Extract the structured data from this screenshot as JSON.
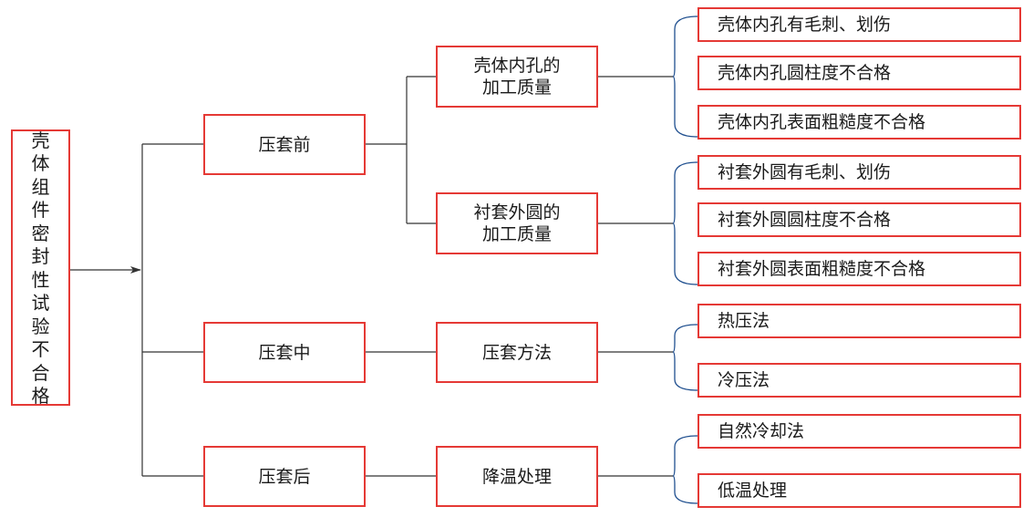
{
  "root": {
    "label": "壳\n体\n组\n件\n密\n封\n性\n试\n验\n不\n合\n格"
  },
  "stages": [
    {
      "label": "压套前",
      "groups": [
        {
          "label": "壳体内孔的\n加工质量",
          "items": [
            "壳体内孔有毛刺、划伤",
            "壳体内孔圆柱度不合格",
            "壳体内孔表面粗糙度不合格"
          ]
        },
        {
          "label": "衬套外圆的\n加工质量",
          "items": [
            "衬套外圆有毛刺、划伤",
            "衬套外圆圆柱度不合格",
            "衬套外圆表面粗糙度不合格"
          ]
        }
      ]
    },
    {
      "label": "压套中",
      "groups": [
        {
          "label": "压套方法",
          "items": [
            "热压法",
            "冷压法"
          ]
        }
      ]
    },
    {
      "label": "压套后",
      "groups": [
        {
          "label": "降温处理",
          "items": [
            "自然冷却法",
            "低温处理"
          ]
        }
      ]
    }
  ],
  "colors": {
    "box_border": "#e53935",
    "connector": "#333333",
    "brace": "#1f4f8f"
  }
}
